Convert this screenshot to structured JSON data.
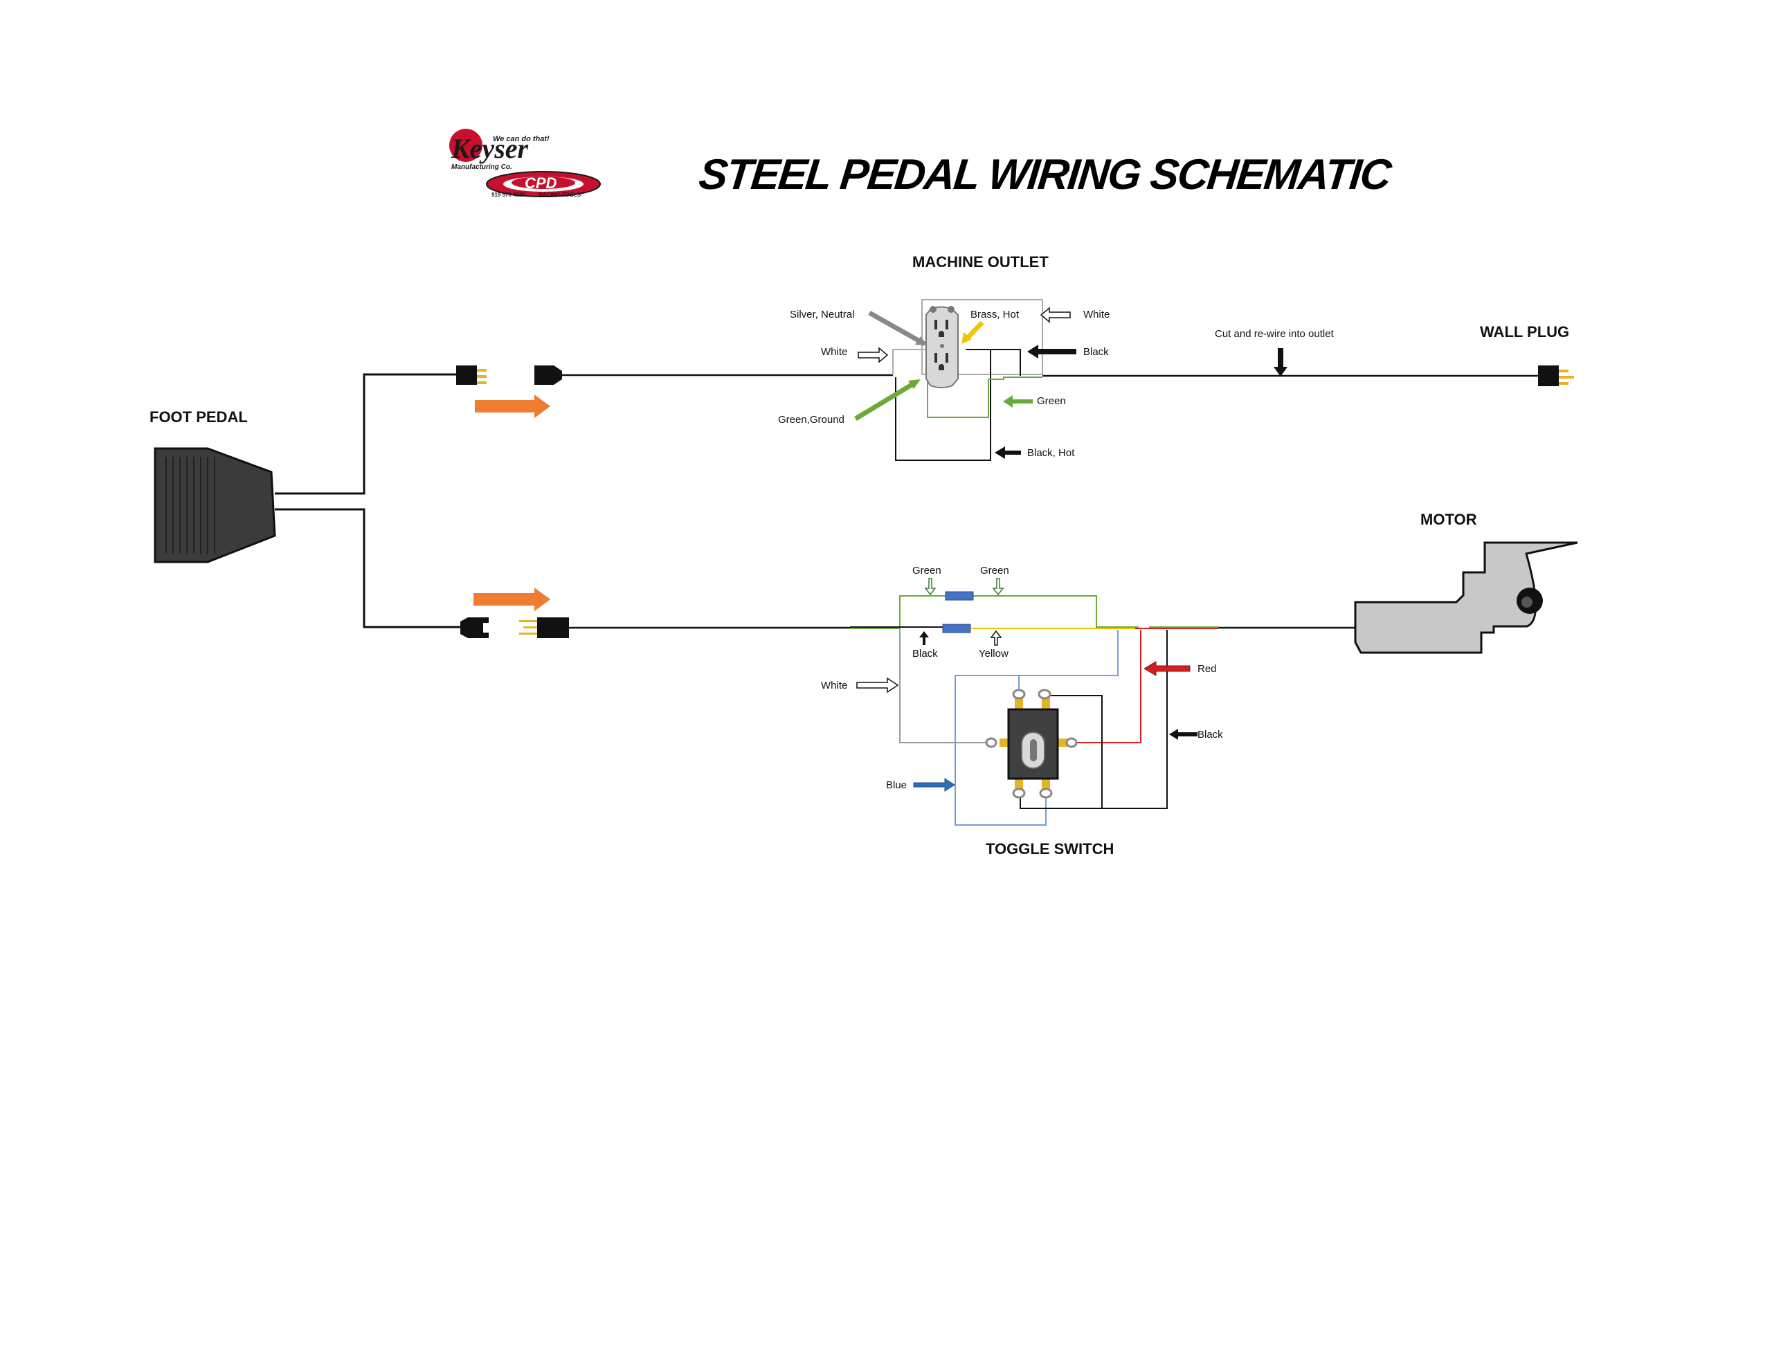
{
  "title": "STEEL PEDAL WIRING SCHEMATIC",
  "logo": {
    "tagline": "We can do that!",
    "brand": "Keyser",
    "company": "Manufacturing Co.",
    "sub_brand": "CPD",
    "phone": "919 570 4329",
    "sub_text": "RACING TOOLS",
    "colors": {
      "red": "#c8102e",
      "dark": "#1a1a1a"
    }
  },
  "sections": {
    "machine_outlet": "MACHINE OUTLET",
    "wall_plug": "WALL PLUG",
    "foot_pedal": "FOOT PEDAL",
    "motor": "MOTOR",
    "toggle_switch": "TOGGLE SWITCH"
  },
  "outlet_labels": {
    "silver_neutral": "Silver, Neutral",
    "brass_hot": "Brass, Hot",
    "white_right": "White",
    "white_left": "White",
    "black": "Black",
    "green_ground": "Green,Ground",
    "green": "Green",
    "black_hot": "Black, Hot",
    "cut_rewire": "Cut and re-wire into outlet"
  },
  "switch_labels": {
    "green_1": "Green",
    "green_2": "Green",
    "black": "Black",
    "yellow": "Yellow",
    "white": "White",
    "red": "Red",
    "black_right": "Black",
    "blue": "Blue"
  },
  "wire_colors": {
    "black": "#111111",
    "white": "#9a9a9a",
    "green": "#6aaa3a",
    "yellow": "#f2c500",
    "red": "#d21f1f",
    "blue": "#6f9fd8",
    "orange_arrow": "#ee7d31",
    "pin_gold": "#e6b422",
    "fuse_blue": "#4472c4"
  }
}
